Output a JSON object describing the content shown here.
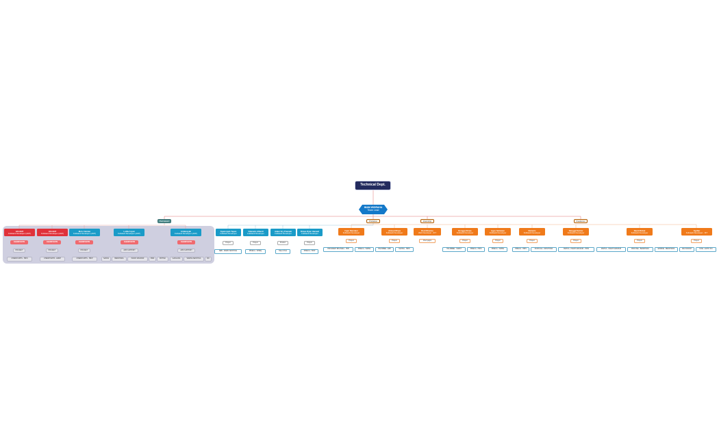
{
  "root": {
    "label": "Technical Dept."
  },
  "lead": {
    "name": "IMAM WIGRAHA",
    "role": "Team Lead"
  },
  "groups": [
    {
      "label": "Permanent"
    },
    {
      "label": "Probation"
    },
    {
      "label": "Internship"
    },
    {
      "label": "Freelancer"
    }
  ],
  "members": [
    {
      "name": "VACANT",
      "role": "Fullstack Developer (AKP)"
    },
    {
      "name": "VACANT",
      "role": "Fullstack Developer (AKP)"
    },
    {
      "name": "Moh. Febrian",
      "role": "Fullstack Developer (AKP)"
    },
    {
      "name": "Lutfia Aryati",
      "role": "Fullstack Developer (AKP)"
    },
    {
      "name": "Ardiansyah",
      "role": "Fullstack Developer (AKP)"
    },
    {
      "name": "Syamsiyah Yapan",
      "role": "Fullstack Developer"
    },
    {
      "name": "Vilamelis Alfarell",
      "role": "Fullstack Developer"
    },
    {
      "name": "Adam Sry Pramadi",
      "role": "Fullstack Developer"
    },
    {
      "name": "Dimas Ryan Hamadi",
      "role": "Fullstack Developer"
    },
    {
      "name": "Fajar Ramdani",
      "role": "Fullstack Developer"
    },
    {
      "name": "Ahmad Dhiya",
      "role": "Fullstack Developer"
    },
    {
      "name": "Rudi Dharma",
      "role": "Web Developer - IKT"
    },
    {
      "name": "Dengga Dimas",
      "role": "Fullstack Developer"
    },
    {
      "name": "Agus Setiawan",
      "role": "Fullstack Developer"
    },
    {
      "name": "Damaris",
      "role": "Fullstack Developer"
    },
    {
      "name": "Danggal Sutrisi",
      "role": "Fullstack Developer"
    },
    {
      "name": "Ramil Rizkal",
      "role": "Fullstack Developer"
    },
    {
      "name": "Syafiar",
      "role": "Fullstack Developer - IKT"
    }
  ],
  "chips": [
    "CHERRYAPPS",
    "PROJECT",
    "CHERRYAPPS - HRIS",
    "CHERRYAPPS",
    "PROJECT",
    "CHERRYAPPS - ERDP",
    "CHERRYAPPS",
    "PROJECT",
    "CHERRYAPPS - HRIP",
    "CHERRYAPPS",
    "AMS SUPPORT",
    "SARAS",
    "BENDHARA",
    "INDAH MAKMUR",
    "KMM",
    "PATHAK",
    "CHERRYAPPS",
    "AMS SUPPORT",
    "GADLANG",
    "WARNA SENTOSA",
    "KKI"
  ],
  "tasks": [
    "Project",
    "NEB - WARD SENTOSA",
    "Project",
    "PRIECA - WHEQ",
    "Product",
    "Talent Pool",
    "Project",
    "PRIECA - HRIP",
    "Project",
    "PROSPERT BHATARA - HKB",
    "PRIECA - WMSG",
    "Project",
    "HALIMBEE - ERF",
    "MAHKA - HRIS",
    "Cherryapps",
    "Project",
    "HALIMBEE - SABAT",
    "PRIECA - HRIS",
    "Project",
    "PRIECA - WMSG",
    "Project",
    "PRIECA - HRIS",
    "MUSTAGA - MONITORA",
    "Project",
    "MAHKA - INDAH MAKMUR - HRIS",
    "Project",
    "MAHKA - INDAH MAKMUR",
    "PROVISE - BENDHARA",
    "ERMINE - BENDHARA",
    "Project",
    "ARA MUDAH",
    "NINA - ECHO KKI"
  ]
}
